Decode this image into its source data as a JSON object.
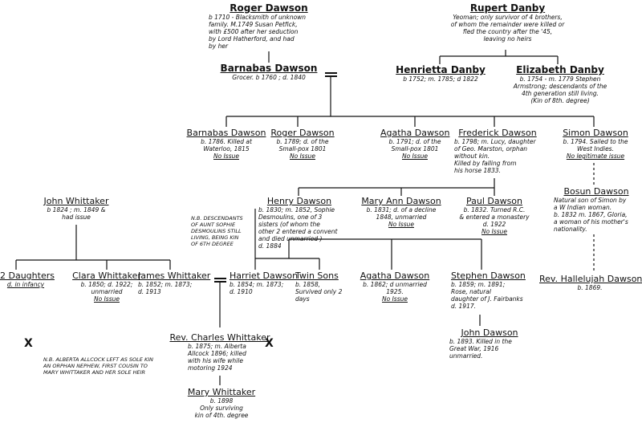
{
  "nodes": {
    "roger_sr": {
      "name": "Roger Dawson",
      "desc": "b 1710 - Blacksmith of unknown\nfamily. M.1749 Susan Petfick,\nwith £500 after her seduction\nby Lord Hatherford, and had\nby her"
    },
    "rupert": {
      "name": "Rupert Danby",
      "desc": "Yeoman; only survivor of 4 brothers,\nof whom the remainder were killed or\nfled the country after the '45,\nleaving no heirs"
    },
    "barnabas_sr": {
      "name": "Barnabas Dawson",
      "desc": "Grocer. b 1760 ; d. 1840"
    },
    "henrietta": {
      "name": "Henrietta Danby",
      "desc": "b 1752; m. 1785; d 1822"
    },
    "elizabeth": {
      "name": "Elizabeth Danby",
      "desc": "b. 1754 - m. 1779  Stephen\nArmstrong; descendants of the\n4th generation still living.\n(Kin of 8th. degree)"
    },
    "barnabas_jr": {
      "name": "Barnabas Dawson",
      "desc": "b. 1786. Killed at\nWaterloo, 1815",
      "issue": "No Issue"
    },
    "roger_jr": {
      "name": "Roger Dawson",
      "desc": "b. 1789; d. of the\nSmall-pox 1801",
      "issue": "No Issue"
    },
    "agatha_sr": {
      "name": "Agatha Dawson",
      "desc": "b. 1791; d. of the\nSmall-pox 1801",
      "issue": "No Issue"
    },
    "frederick": {
      "name": "Frederick Dawson",
      "desc": "b. 1798; m. Lucy, daughter\nof Geo. Marston, orphan\nwithout kin.\nKilled by falling from\nhis horse 1833."
    },
    "simon": {
      "name": "Simon Dawson",
      "desc": "b. 1794. Sailed to the\nWest Indies.",
      "issue": "No legitimate issue"
    },
    "john_w": {
      "name": "John Whittaker",
      "desc": "b 1824 ; m. 1849 &\nhad issue"
    },
    "henry": {
      "name": "Henry Dawson",
      "desc": "b. 1830; m. 1852, Sophie\nDesmoulins, one of 3\nsisters (of whom the\nother 2 entered a convent\nand died unmarried )\nd. 1884"
    },
    "mary_ann": {
      "name": "Mary Ann Dawson",
      "desc": "b. 1831; d. of a decline\n1848, unmarried",
      "issue": "No Issue"
    },
    "paul": {
      "name": "Paul Dawson",
      "desc": "b. 1832. Turned R.C.\n& entered a monastery\nd. 1922",
      "issue": "No Issue"
    },
    "bosun": {
      "name": "Bosun Dawson",
      "desc": "Natural son of Simon by\na W Indian woman.\nb. 1832 m. 1867, Gloria,\na woman of his mother's\nnationality."
    },
    "daughters": {
      "name": "2 Daughters",
      "issue": "d. in infancy"
    },
    "clara": {
      "name": "Clara Whittaker",
      "desc": "b. 1850; d. 1922;\nunmarried",
      "issue": "No Issue"
    },
    "james": {
      "name": "James Whittaker",
      "desc": "b. 1852; m. 1873;\nd. 1913"
    },
    "harriet": {
      "name": "Harriet Dawson",
      "desc": "b. 1854; m. 1873;\nd. 1910"
    },
    "twins": {
      "name": "Twin Sons",
      "desc": "b. 1858,\nSurvived only 2\ndays"
    },
    "agatha_jr": {
      "name": "Agatha Dawson",
      "desc": "b. 1862; d unmarried\n1925.",
      "issue": "No Issue"
    },
    "stephen": {
      "name": "Stephen Dawson",
      "desc": "b. 1859; m. 1891;\nRose, natural\ndaughter of J. Fairbanks\nd. 1917."
    },
    "hallelujah": {
      "name": "Rev. Hallelujah Dawson",
      "desc": "b. 1869."
    },
    "charles": {
      "name": "Rev. Charles Whittaker",
      "desc": "b. 1875; m. Alberta\nAllcock 1896; killed\nwith his wife while\nmotoring 1924"
    },
    "john_d": {
      "name": "John Dawson",
      "desc": "b. 1893. Killed in the\nGreat War, 1916\nunmarried."
    },
    "mary_w": {
      "name": "Mary Whittaker",
      "desc": "b. 1898\nOnly surviving\nkin of 4th. degree"
    }
  },
  "notes": {
    "sophie": "N.B. DESCENDANTS\nOF AUNT SOPHIE\nDESMOULINS STILL\nLIVING, BEING KIN\nOF 6TH DEGREE",
    "alberta": "N.B. ALBERTA ALLCOCK LEFT AS SOLE KIN\nAN ORPHAN NEPHEW, FIRST COUSIN TO\nMARY WHITTAKER AND HER SOLE HEIR",
    "x_mark": "X"
  }
}
